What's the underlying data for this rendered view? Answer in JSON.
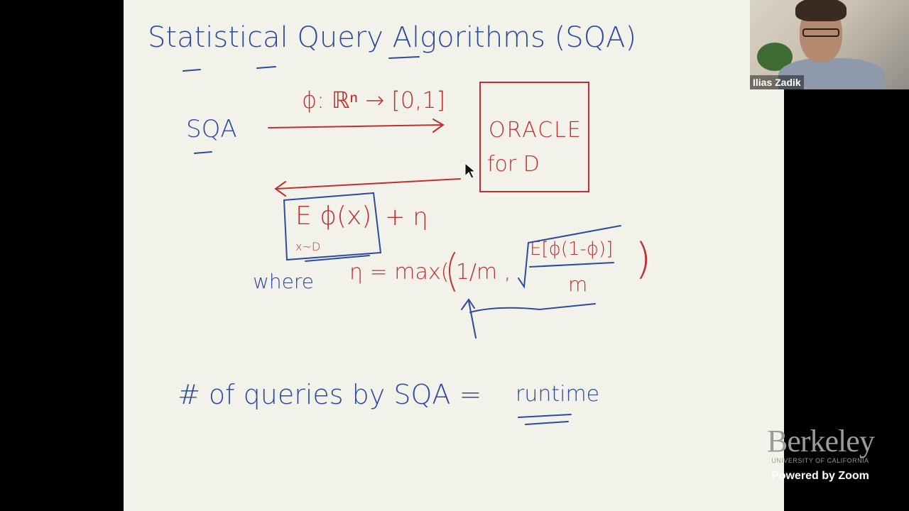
{
  "board": {
    "title": "Statistical Query Algorithms (SQA)",
    "sqa_label": "SQA",
    "query": "ϕ: ℝⁿ → [0,1]",
    "oracle_line1": "ORACLE",
    "oracle_line2": "for D",
    "expectation": "E ϕ(x)",
    "expectation_sub": "x~D",
    "plus_eta": "+ η",
    "where": "where",
    "eta_def": "η = max( 1/m ,",
    "sqrt_num": "E[ϕ(1-ϕ)]",
    "sqrt_den": "m",
    "close_paren": ")",
    "queries_line": "# of queries by SQA  =",
    "runtime": "runtime"
  },
  "colors": {
    "blue_ink": "#2c4b9e",
    "red_ink": "#c2302c",
    "board_bg": "#f3f2ea"
  },
  "participant": {
    "name": "Ilias Zadik"
  },
  "branding": {
    "logo": "Berkeley",
    "logo_sub": "UNIVERSITY OF CALIFORNIA",
    "powered": "Powered by Zoom"
  }
}
